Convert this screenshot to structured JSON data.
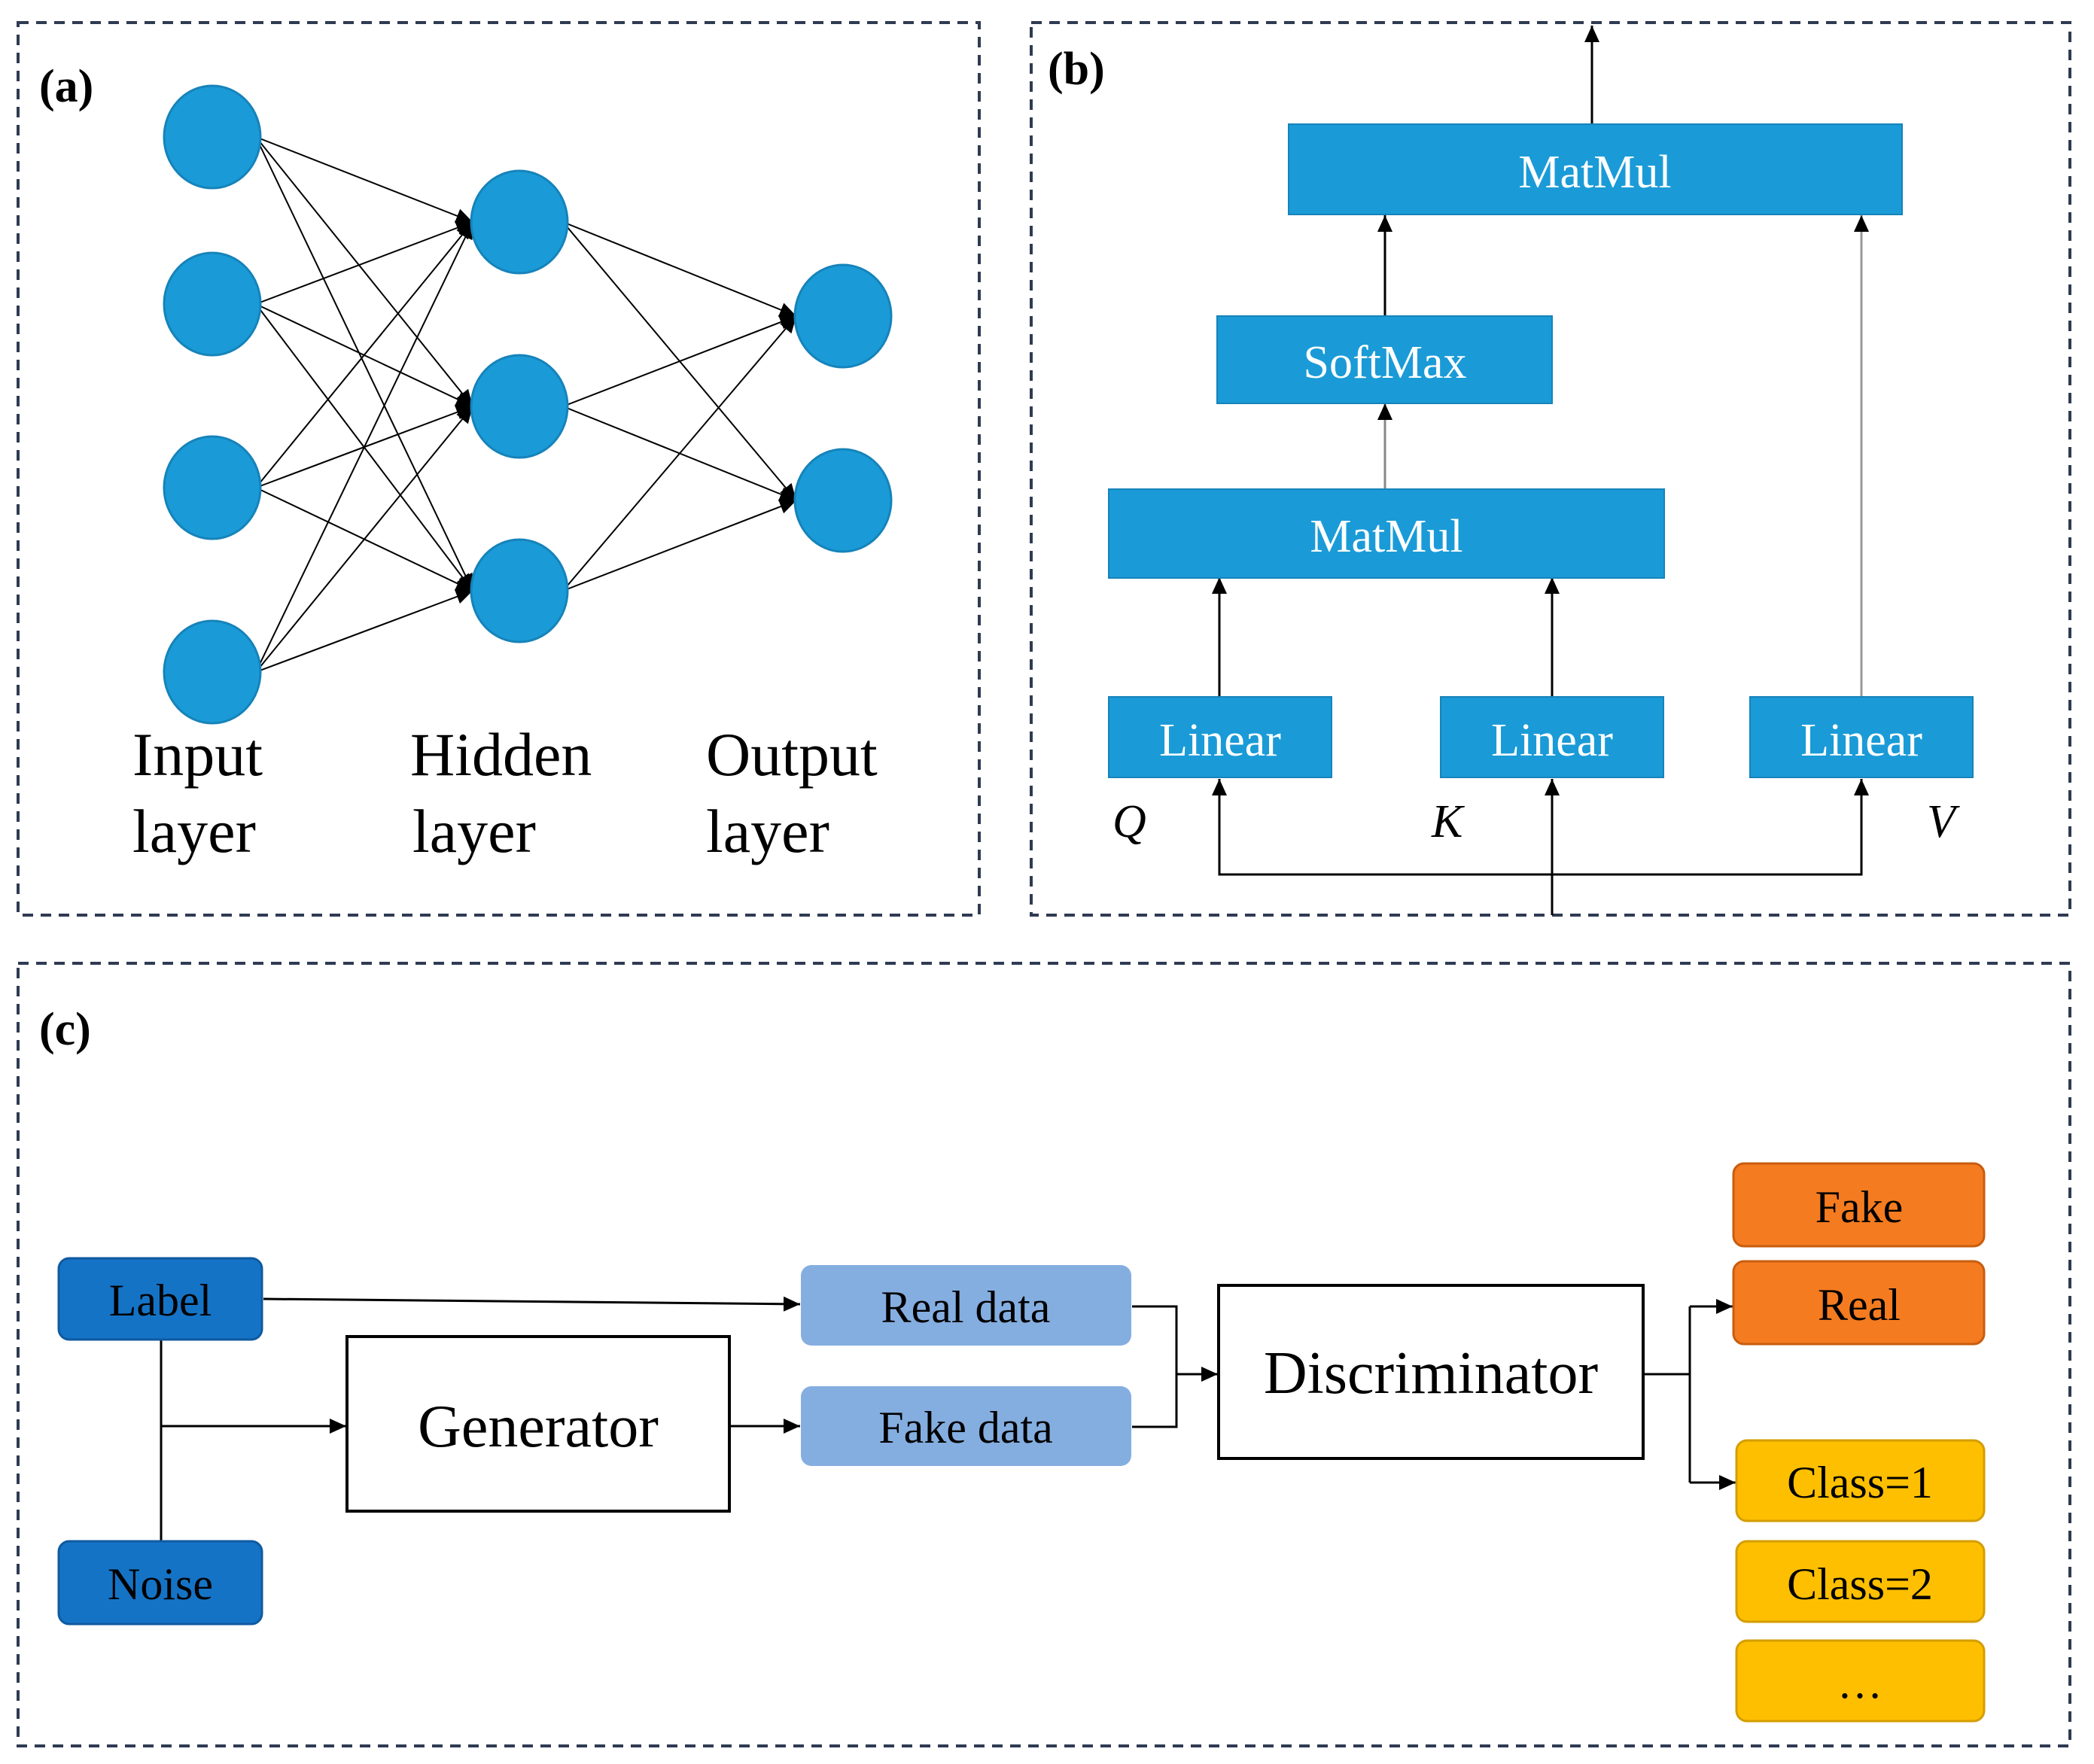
{
  "panel_a": {
    "tag": "(a)",
    "layers": [
      {
        "line1": "Input",
        "line2": "layer",
        "node_count": 4
      },
      {
        "line1": "Hidden",
        "line2": "layer",
        "node_count": 3
      },
      {
        "line1": "Output",
        "line2": "layer",
        "node_count": 2
      }
    ]
  },
  "panel_b": {
    "tag": "(b)",
    "blocks": {
      "matmul_top": "MatMul",
      "softmax": "SoftMax",
      "matmul_bottom": "MatMul",
      "linear_q": "Linear",
      "linear_k": "Linear",
      "linear_v": "Linear"
    },
    "inputs": {
      "q": "Q",
      "k": "K",
      "v": "V"
    }
  },
  "panel_c": {
    "tag": "(c)",
    "label": "Label",
    "noise": "Noise",
    "generator": "Generator",
    "real_data": "Real data",
    "fake_data": "Fake data",
    "discriminator": "Discriminator",
    "outputs": {
      "fake": "Fake",
      "real": "Real",
      "class1": "Class=1",
      "class2": "Class=2",
      "more": "…"
    }
  },
  "colors": {
    "neuron": "#1a9bd7",
    "block": "#1a9bd7",
    "label_noise": "#1573c6",
    "data": "#85aee0",
    "real_fake_out": "#f47b20",
    "class_out": "#fdbf00",
    "panel_border": "#2f3b52"
  }
}
